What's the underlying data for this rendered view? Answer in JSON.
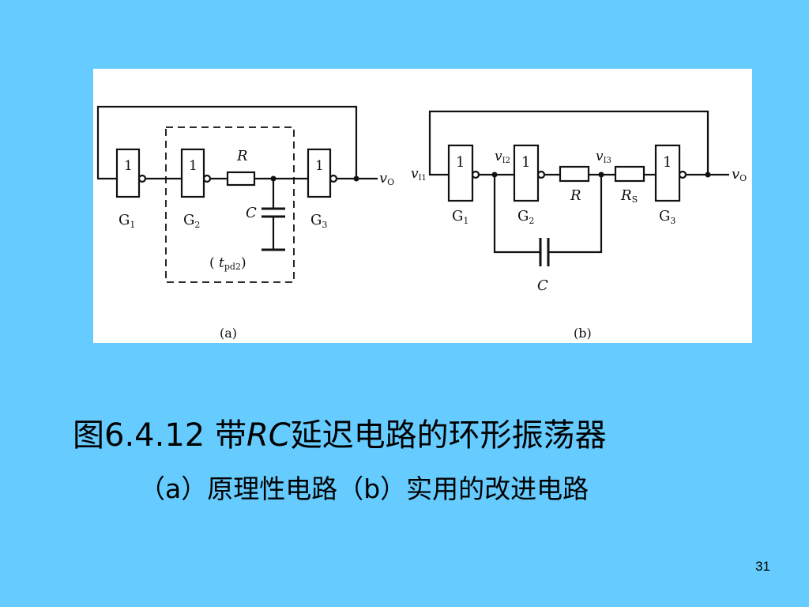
{
  "slide": {
    "background": "#66ccff",
    "page_number": "31"
  },
  "caption": {
    "line1_prefix": "图6.4.12  带",
    "line1_rc": "RC",
    "line1_suffix": "延迟电路的环形振荡器",
    "line2": "（a）原理性电路（b）实用的改进电路"
  },
  "diagram_a": {
    "sublabel": "(a)",
    "gate_symbol": "1",
    "gates": [
      "G",
      "G",
      "G"
    ],
    "gate_subscripts": [
      "1",
      "2",
      "3"
    ],
    "resistor": "R",
    "capacitor": "C",
    "output": "v",
    "output_sub": "O",
    "delay_label": "t",
    "delay_sub": "pd2"
  },
  "diagram_b": {
    "sublabel": "(b)",
    "gate_symbol": "1",
    "gates": [
      "G",
      "G",
      "G"
    ],
    "gate_subscripts": [
      "1",
      "2",
      "3"
    ],
    "resistor": "R",
    "resistor_s": "R",
    "resistor_s_sub": "S",
    "capacitor": "C",
    "input_v": "v",
    "input_sub": "I1",
    "node2_sub": "I2",
    "node3_sub": "I3",
    "output": "v",
    "output_sub": "O"
  }
}
